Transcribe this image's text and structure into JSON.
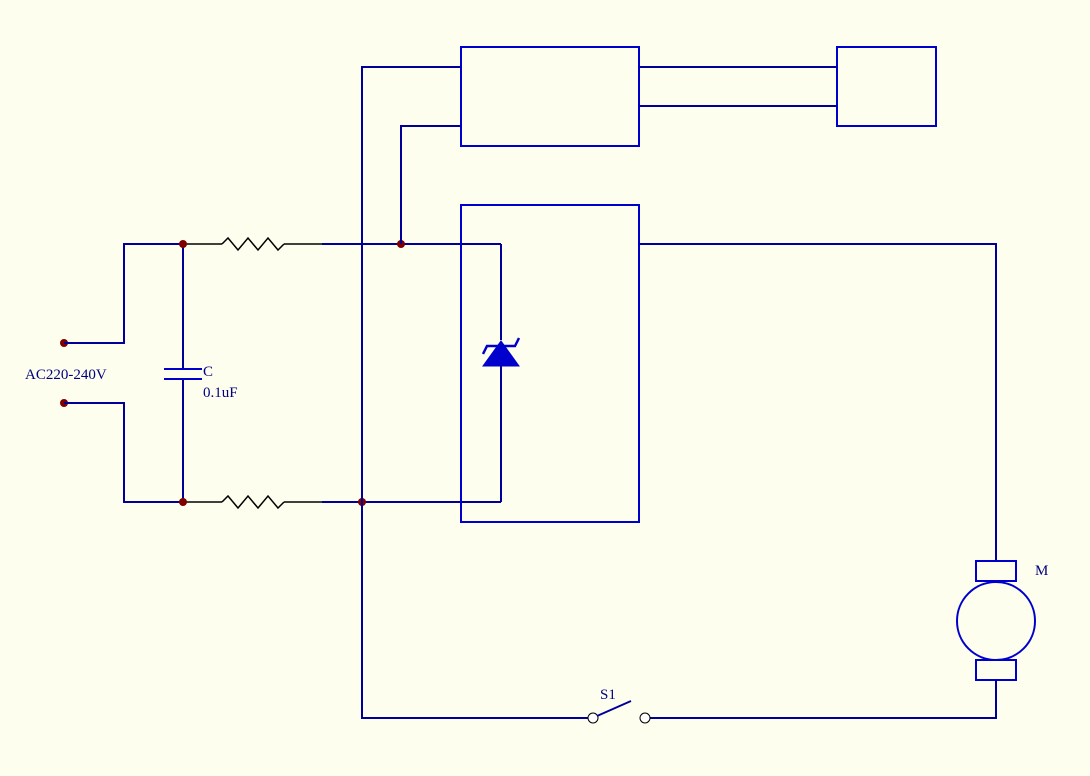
{
  "diagram": {
    "title": "",
    "labels": {
      "supply": "AC220-240V",
      "capacitor_name": "C",
      "capacitor_value": "0.1uF",
      "motor": "M",
      "switch": "S1"
    },
    "colors": {
      "background": "#FEFEEE",
      "wire": "#000099",
      "component": "#0000CC",
      "node": "#800000",
      "resistor": "#000000",
      "text": "#000080"
    },
    "components": [
      "ac-supply-terminals",
      "capacitor",
      "resistor-top",
      "resistor-bottom",
      "control-module",
      "output-module",
      "triac-module",
      "zener-diode",
      "motor",
      "switch"
    ]
  }
}
